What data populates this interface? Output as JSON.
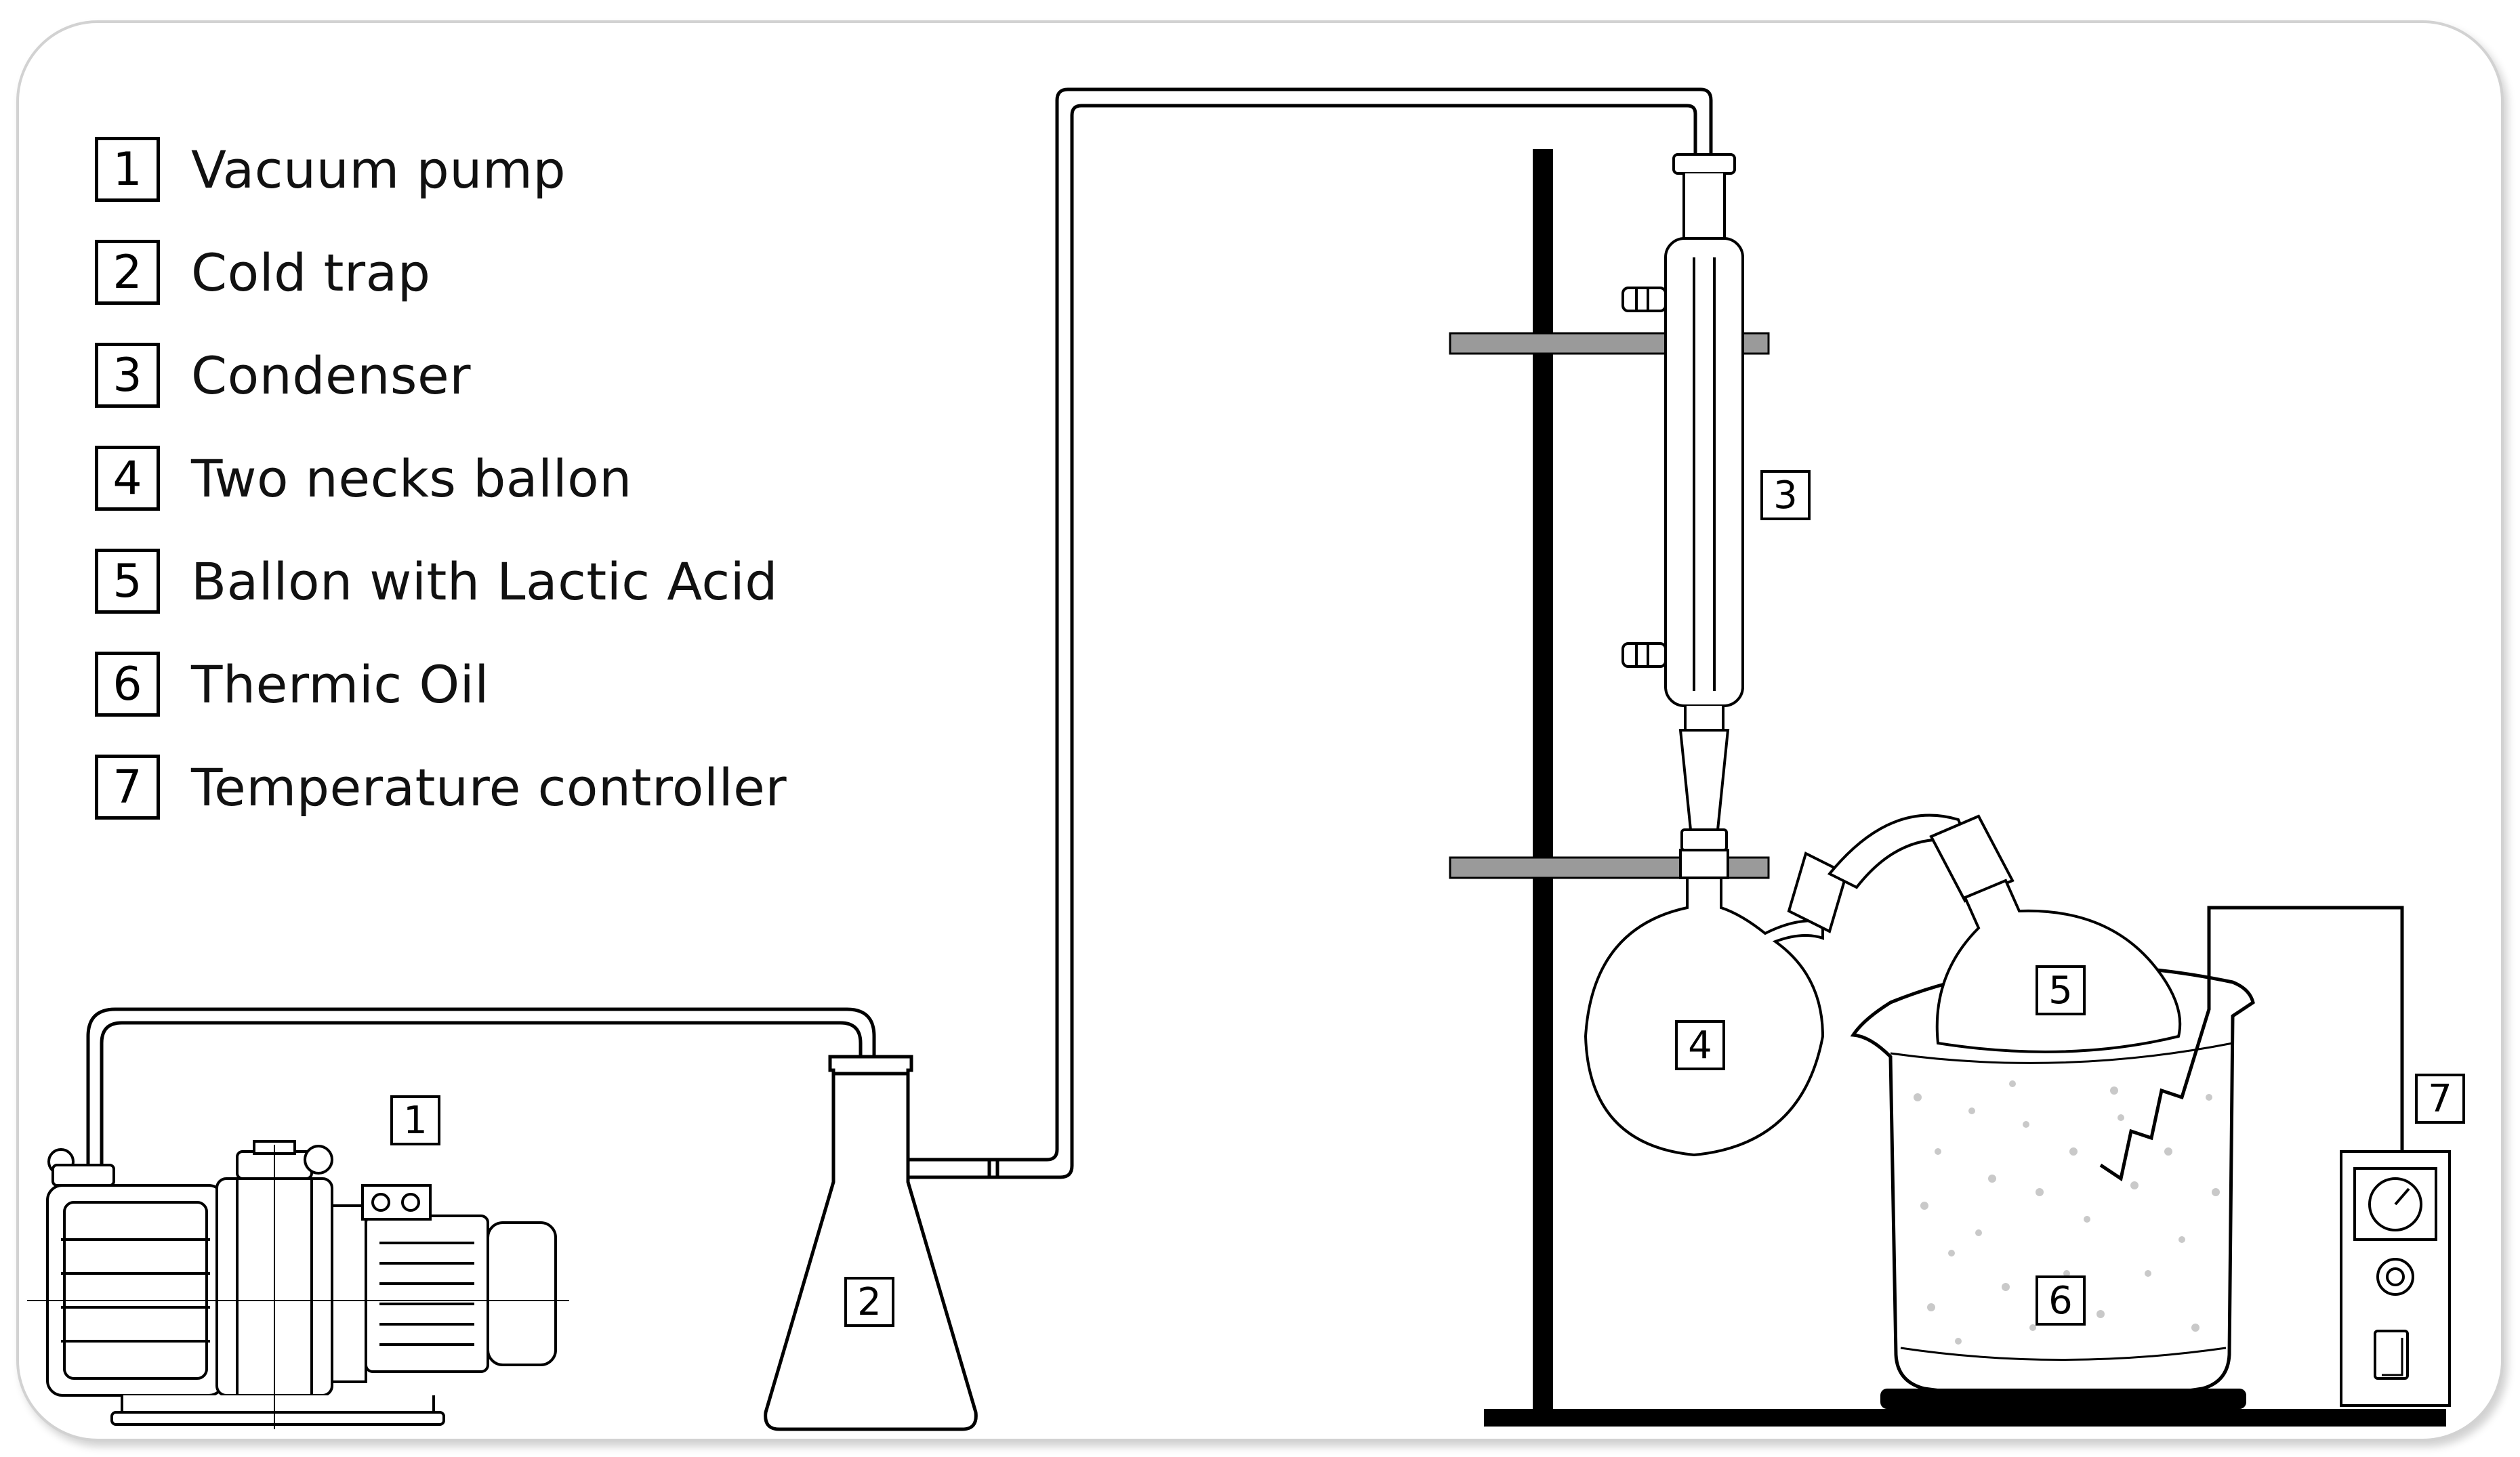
{
  "legend": [
    {
      "num": "1",
      "label": "Vacuum pump"
    },
    {
      "num": "2",
      "label": "Cold trap"
    },
    {
      "num": "3",
      "label": "Condenser"
    },
    {
      "num": "4",
      "label": "Two necks ballon"
    },
    {
      "num": "5",
      "label": "Ballon with Lactic Acid"
    },
    {
      "num": "6",
      "label": "Thermic Oil"
    },
    {
      "num": "7",
      "label": "Temperature controller"
    }
  ],
  "tags": {
    "pump": "1",
    "cold_trap": "2",
    "condenser": "3",
    "two_neck_flask": "4",
    "lactic_flask": "5",
    "oil_bath": "6",
    "controller": "7"
  },
  "colors": {
    "line": "#000000",
    "glass": "#ffffff",
    "clamp": "#8a8a8a",
    "liquid_dots": "#c9c9c9",
    "frame": "#d2d2d2"
  }
}
